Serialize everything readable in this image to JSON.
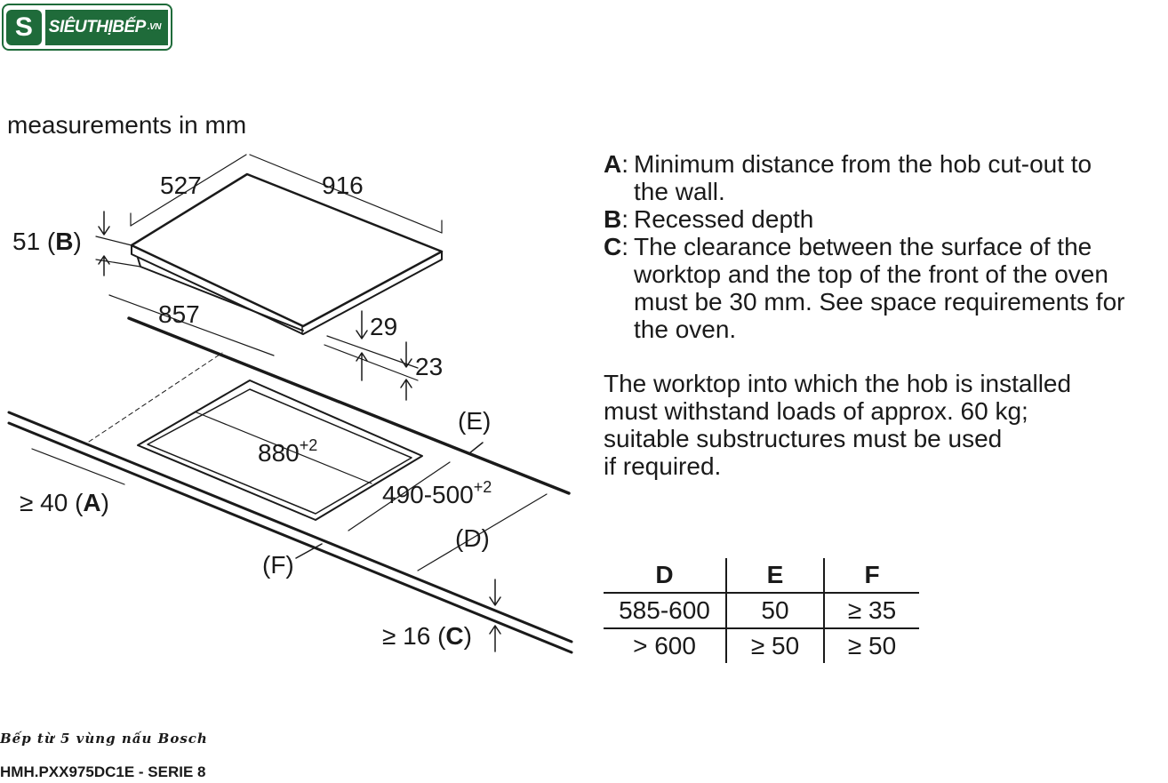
{
  "brand": {
    "logo_letter": "S",
    "name": "SIÊUTHỊBẾP",
    "suffix": ".VN",
    "accent_color": "#1f6b3a"
  },
  "diagram": {
    "units_note": "measurements in mm",
    "dims": {
      "width": "527",
      "depth": "916",
      "recess": "51 (",
      "recess_key": "B",
      "recess_end": ")",
      "front_len": "857",
      "h29": "29",
      "h23": "23",
      "cut_len": "880",
      "cut_len_sup": "+2",
      "cut_wid": "490-500",
      "cut_wid_sup": "+2",
      "min_wall": "≥ 40 (",
      "min_wall_key": "A",
      "min_wall_end": ")",
      "min_thick": "≥ 16 (",
      "min_thick_key": "C",
      "min_thick_end": ")",
      "label_e": "(E)",
      "label_d": "(D)",
      "label_f": "(F)"
    }
  },
  "legend": [
    {
      "key": "A",
      "sep": ":",
      "desc": "Minimum distance from the hob cut-out to the wall."
    },
    {
      "key": "B",
      "sep": ":",
      "desc": "Recessed depth"
    },
    {
      "key": "C",
      "sep": ":",
      "desc": "The clearance between the surface of the worktop and the top of the front of the oven must be 30 mm. See space requirements for the oven."
    }
  ],
  "note": "The worktop into which the hob is installed\nmust withstand loads of approx. 60 kg;\nsuitable substructures must be used\nif required.",
  "table": {
    "headers": [
      "D",
      "E",
      "F"
    ],
    "rows": [
      [
        "585-600",
        "50",
        "≥ 35"
      ],
      [
        "> 600",
        "≥ 50",
        "≥ 50"
      ]
    ]
  },
  "caption": "Bếp từ 5 vùng nấu Bosch",
  "model": "HMH.PXX975DC1E - SERIE 8"
}
